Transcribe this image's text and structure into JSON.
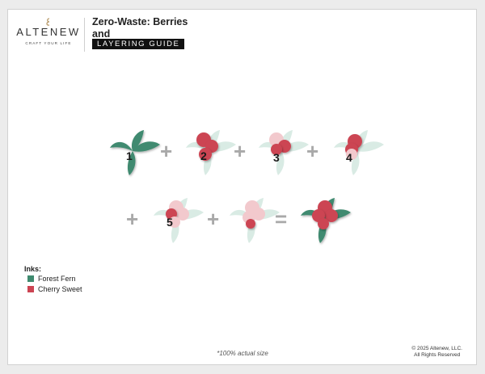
{
  "brand": {
    "name": "ALTENEW",
    "tagline": "CRAFT YOUR LIFE"
  },
  "header": {
    "title_bold_line1": "Zero-Waste: Berries and",
    "title_bold_line2": "Branches",
    "title_suffix": "Die",
    "badge": "LAYERING GUIDE"
  },
  "steps": [
    "1",
    "2",
    "3",
    "4",
    "5"
  ],
  "operators": {
    "plus": "+",
    "equals": "="
  },
  "inks": {
    "title": "Inks:",
    "items": [
      {
        "name": "Forest Fern",
        "color": "#3f8a6f"
      },
      {
        "name": "Cherry Sweet",
        "color": "#cc4452"
      }
    ]
  },
  "colors": {
    "leaf_light": "#d9ebe4",
    "berry_light": "#f2c9cd"
  },
  "footer": {
    "note": "*100% actual size",
    "copyright_line1": "© 2025 Altenew, LLC.",
    "copyright_line2": "All Rights Reserved"
  }
}
